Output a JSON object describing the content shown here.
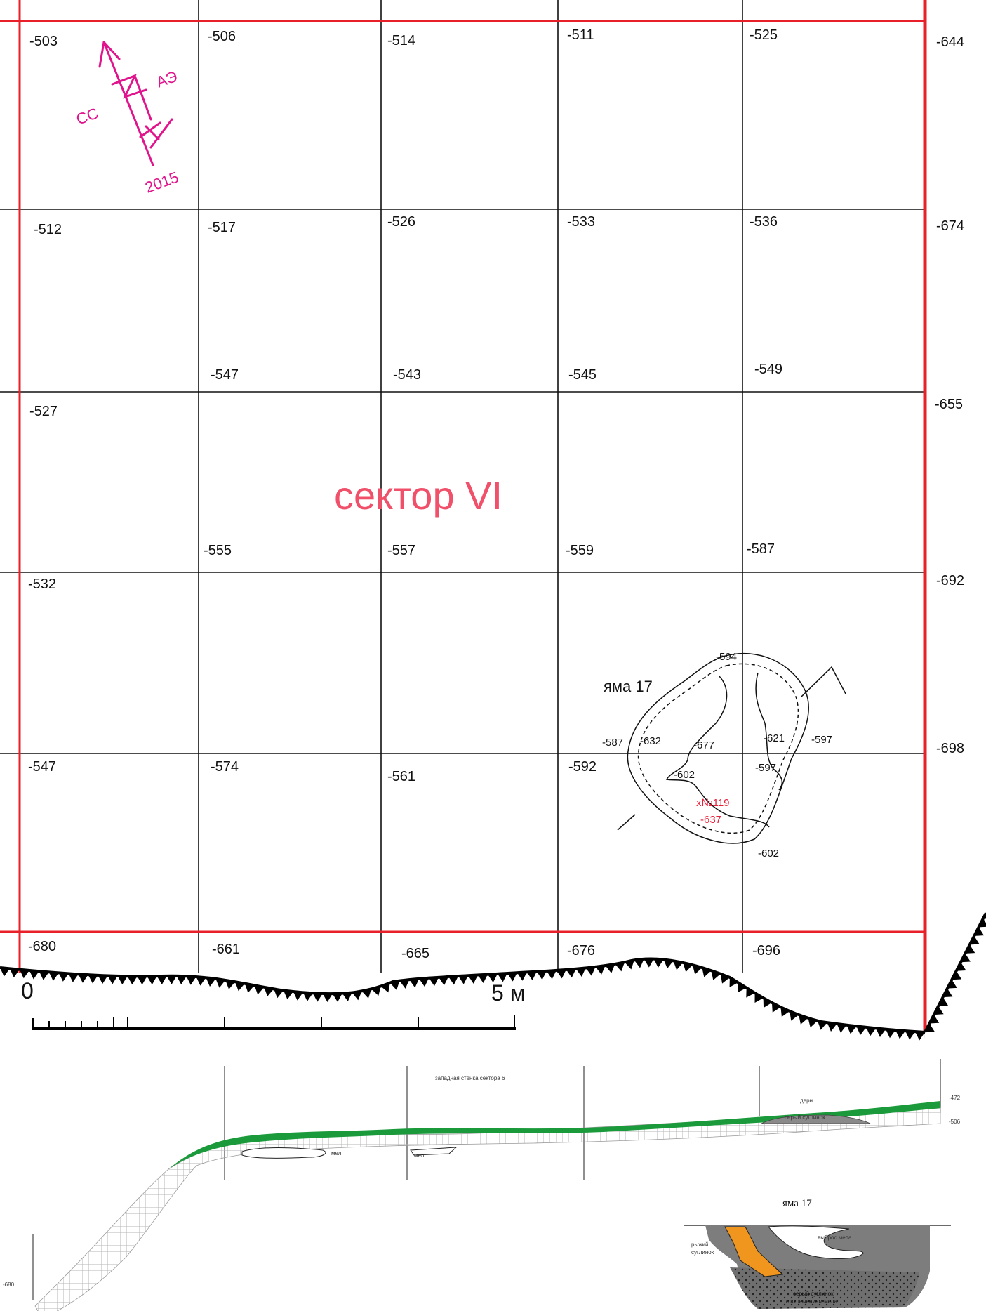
{
  "colors": {
    "grid_red": "#e8202a",
    "grid_black": "#111111",
    "sector_title": "#f0506a",
    "north_sign": "#e0148c",
    "pit_label": "#2a3a6a",
    "find_red": "#e8203a",
    "sod_green": "#1a9a3a",
    "ginger_loam": "#f0961e",
    "grey_loam": "#8a8a8a"
  },
  "north_sign": {
    "left": "СС",
    "right": "АЭ",
    "year": "2015"
  },
  "sector_title": "сектор VI",
  "grid": {
    "rows": [
      [
        "-503",
        "-506",
        "-514",
        "-511",
        "-525"
      ],
      [
        "-512",
        "-517",
        "-526",
        "-533",
        "-536"
      ],
      [
        "-547",
        "-543",
        "-545",
        "-549"
      ],
      [
        "-527"
      ],
      [
        "-555",
        "-557",
        "-559",
        "-587"
      ],
      [
        "-532"
      ],
      [
        "-547",
        "-574",
        "-561",
        "-592"
      ],
      [
        "-680",
        "-661",
        "-665",
        "-676",
        "-696"
      ]
    ],
    "right_column": [
      "-644",
      "-674",
      "-655",
      "-692",
      "-698"
    ]
  },
  "pit17_plan": {
    "label": "яма 17",
    "elevations": [
      "-594",
      "-587",
      "-632",
      "-677",
      "-621",
      "-597",
      "-602",
      "-597",
      "-602"
    ],
    "find_label": "х№119",
    "find_depth": "-637"
  },
  "scale": {
    "zero": "0",
    "end": "5 м"
  },
  "section": {
    "title": "западная стенка сектора 6",
    "sod": "дерн",
    "grey_loam": "серый суглинок",
    "chalk1": "мел",
    "chalk2": "мел",
    "elev_top": "-472",
    "elev_mid": "-506",
    "elev_left": "-680"
  },
  "pit17_section": {
    "title": "яма 17",
    "ginger_line1": "рыжий",
    "ginger_line2": "суглинок",
    "chalk_dump": "выброс мела",
    "grey_line1": "серый суглинок",
    "grey_line2": "с включением мела"
  }
}
